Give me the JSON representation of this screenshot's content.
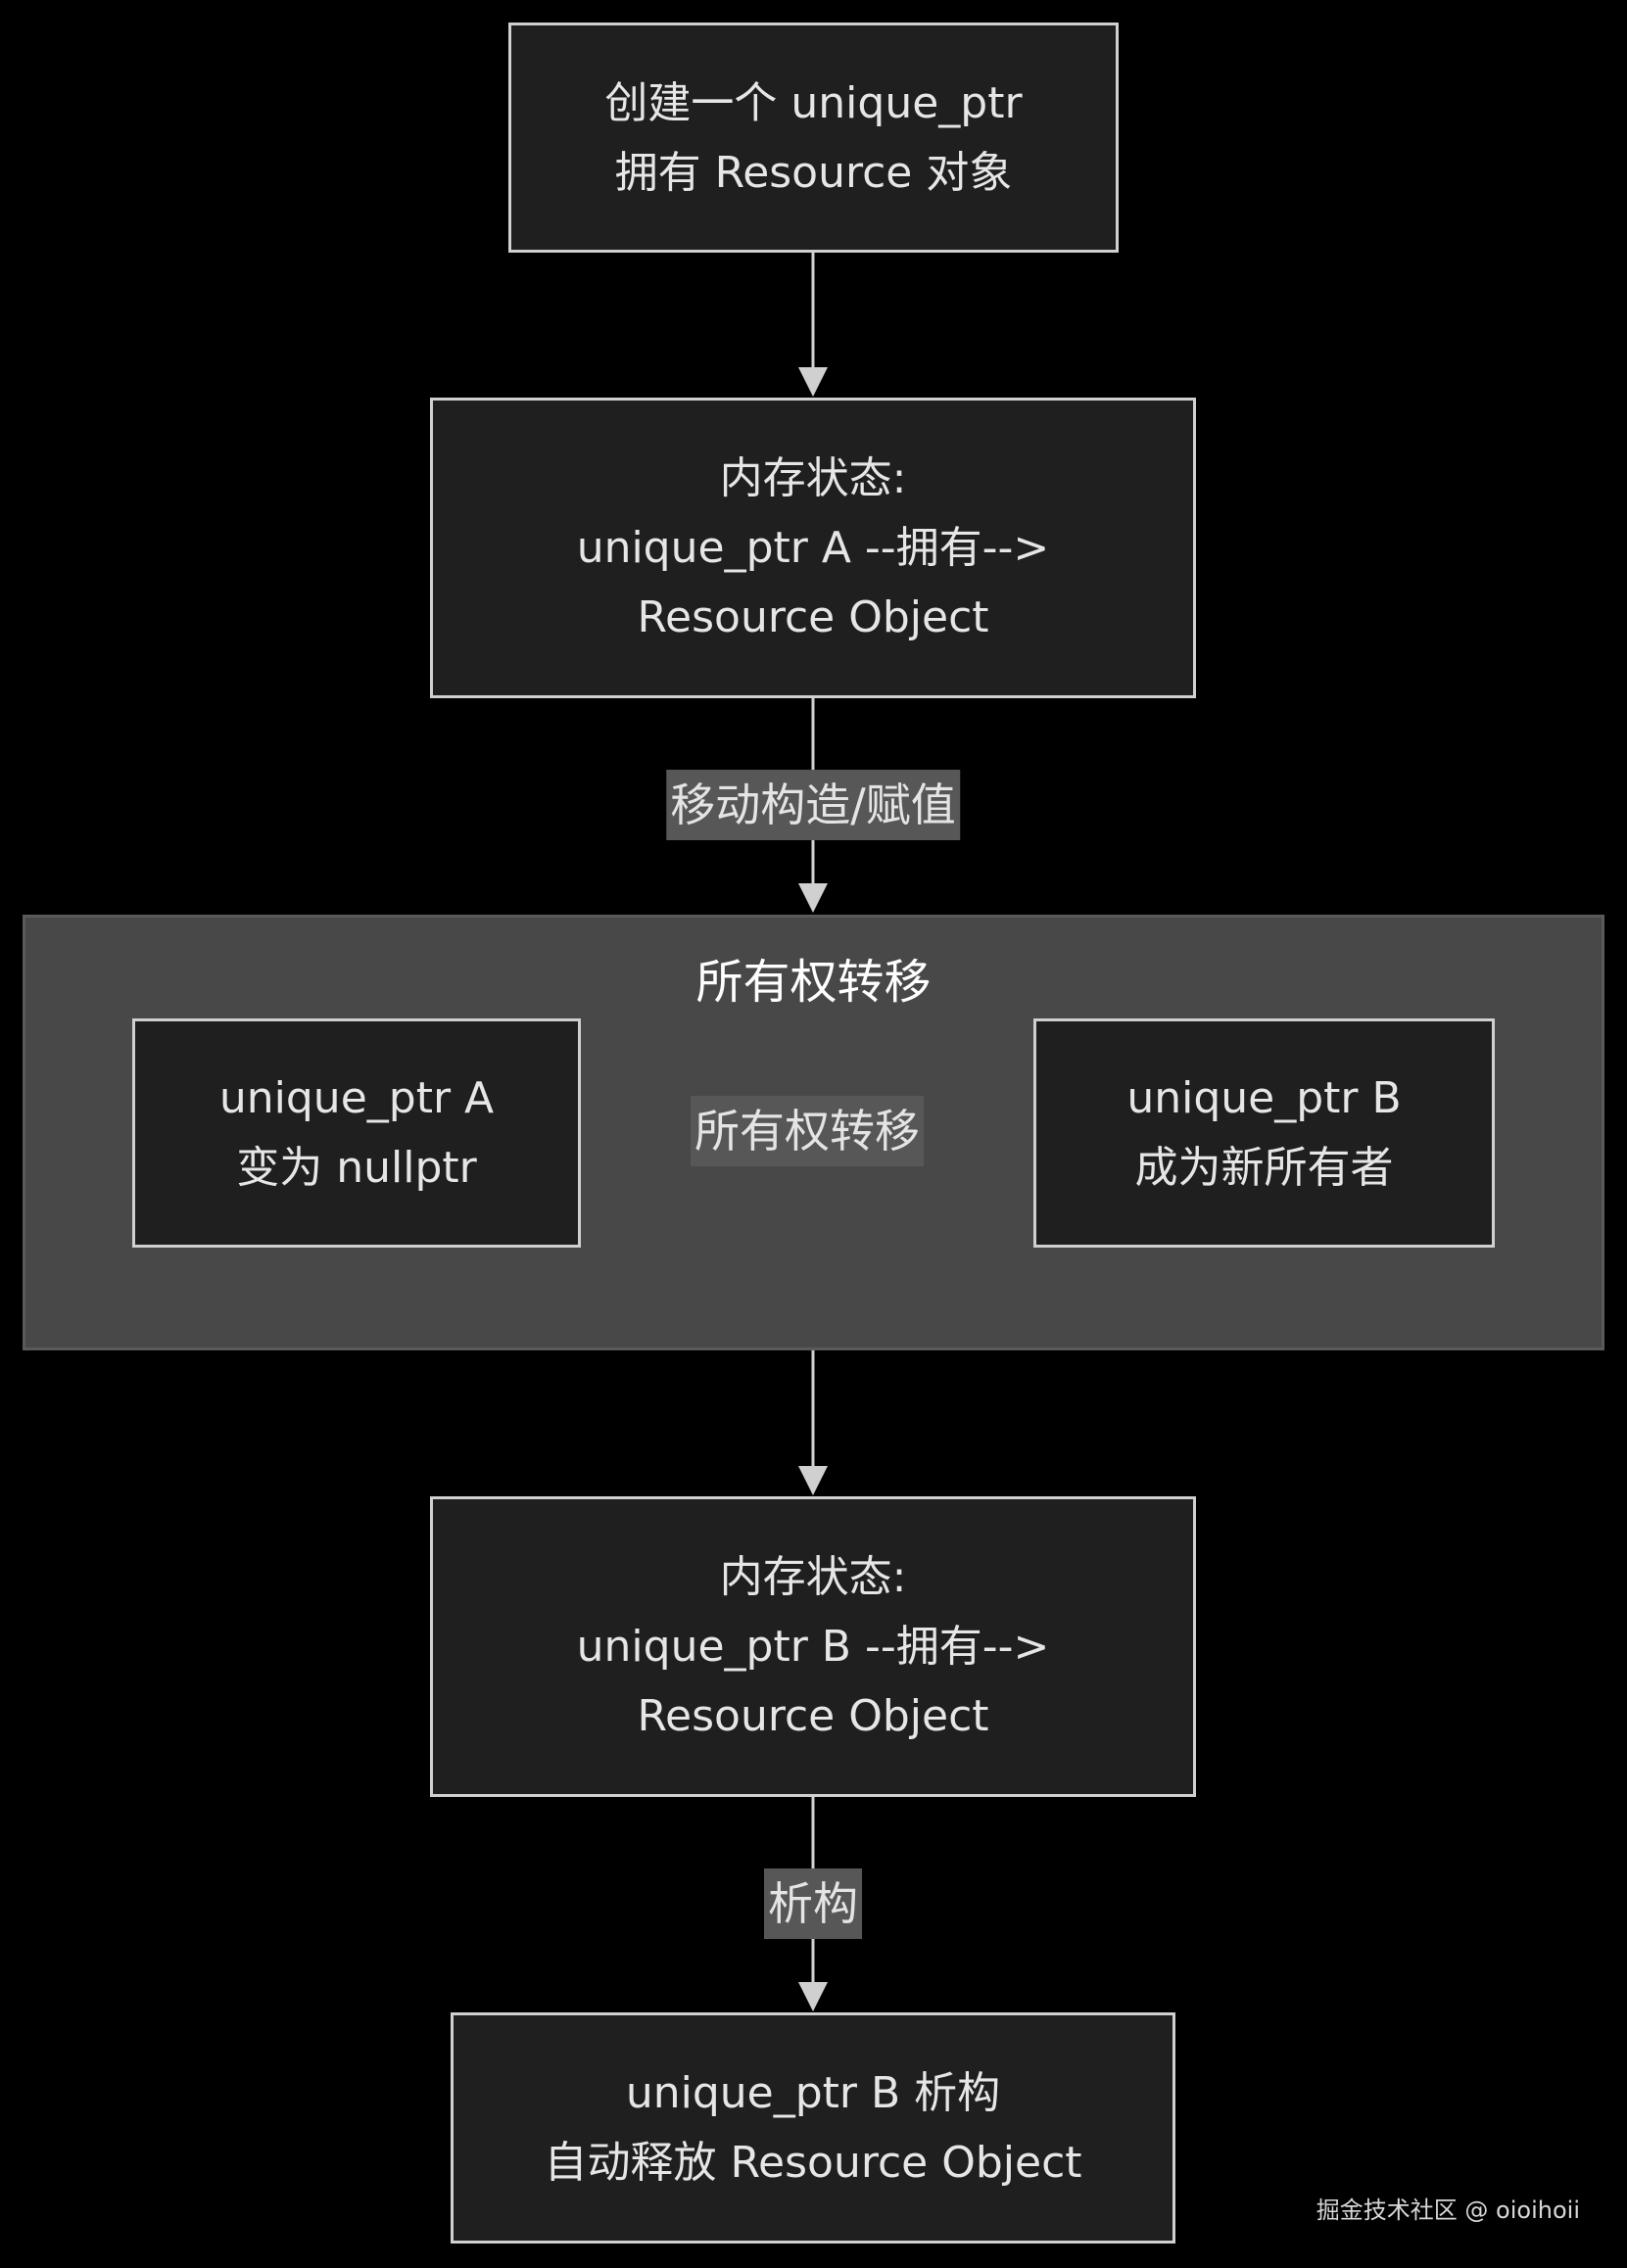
{
  "nodes": {
    "create": {
      "lines": [
        "创建一个 unique_ptr",
        "拥有 Resource 对象"
      ]
    },
    "state1": {
      "lines": [
        "内存状态:",
        "unique_ptr A --拥有-->",
        "Resource Object"
      ]
    },
    "ptrA": {
      "lines": [
        "unique_ptr A",
        "变为 nullptr"
      ]
    },
    "ptrB": {
      "lines": [
        "unique_ptr B",
        "成为新所有者"
      ]
    },
    "state2": {
      "lines": [
        "内存状态:",
        "unique_ptr B --拥有-->",
        "Resource Object"
      ]
    },
    "destruct": {
      "lines": [
        "unique_ptr B 析构",
        "自动释放 Resource Object"
      ]
    }
  },
  "group": {
    "title": "所有权转移"
  },
  "edges": {
    "move_label": "移动构造/赋值",
    "transfer_label": "所有权转移",
    "destruct_label": "析构"
  },
  "watermark": "掘金技术社区 @ oioihoii",
  "colors": {
    "background": "#000000",
    "node_fill": "#1f1f1f",
    "node_border": "#d0d0d0",
    "group_fill": "#474847",
    "edge": "#d0d0d0",
    "label_fill": "#575757"
  }
}
